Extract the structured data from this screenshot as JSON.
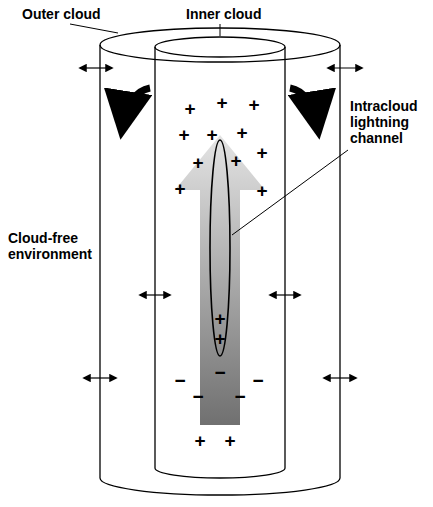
{
  "diagram": {
    "labels": [
      "Outer cloud",
      "Inner cloud",
      "Intracloud lightning channel",
      "Cloud-free environment",
      "+",
      "+",
      "+",
      "+",
      "+",
      "+",
      "+",
      "+",
      "+",
      "+",
      "+",
      "+",
      "+",
      "−",
      "−",
      "−",
      "−",
      "−",
      "+",
      "+"
    ]
  }
}
